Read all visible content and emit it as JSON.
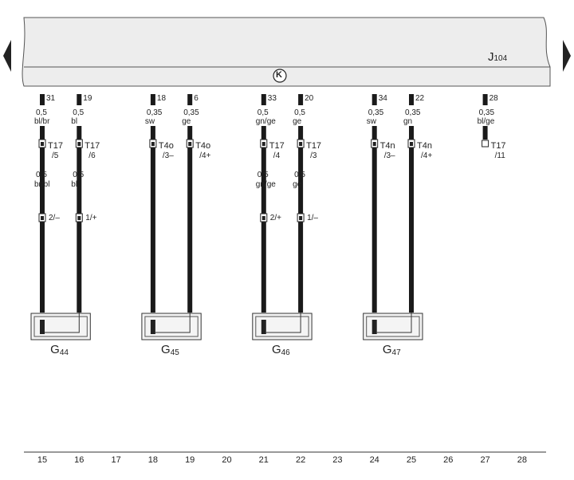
{
  "module": {
    "name_main": "J",
    "name_sub": "104",
    "ground_symbol": "K"
  },
  "wires": [
    {
      "col": 15,
      "pin": "31",
      "size_top": "0,5",
      "color_top": "bl/br",
      "conn": "T17",
      "conn_pin": "/5",
      "conn_type": "filled",
      "size_bot": "0,5",
      "color_bot": "br/bl",
      "sensor_pin": "2/–"
    },
    {
      "col": 16,
      "pin": "19",
      "size_top": "0,5",
      "color_top": "bl",
      "conn": "T17",
      "conn_pin": "/6",
      "conn_type": "filled",
      "size_bot": "0,5",
      "color_bot": "bl",
      "sensor_pin": "1/+"
    },
    {
      "col": 18,
      "pin": "18",
      "size_top": "0,35",
      "color_top": "sw",
      "conn": "T4o",
      "conn_pin": "/3–",
      "conn_type": "filled"
    },
    {
      "col": 19,
      "pin": "6",
      "size_top": "0,35",
      "color_top": "ge",
      "conn": "T4o",
      "conn_pin": "/4+",
      "conn_type": "filled"
    },
    {
      "col": 21,
      "pin": "33",
      "size_top": "0,5",
      "color_top": "gn/ge",
      "conn": "T17",
      "conn_pin": "/4",
      "conn_type": "filled",
      "size_bot": "0,5",
      "color_bot": "gn/ge",
      "sensor_pin": "2/+"
    },
    {
      "col": 22,
      "pin": "20",
      "size_top": "0,5",
      "color_top": "ge",
      "conn": "T17",
      "conn_pin": "/3",
      "conn_type": "filled",
      "size_bot": "0,5",
      "color_bot": "ge",
      "sensor_pin": "1/–"
    },
    {
      "col": 24,
      "pin": "34",
      "size_top": "0,35",
      "color_top": "sw",
      "conn": "T4n",
      "conn_pin": "/3–",
      "conn_type": "filled"
    },
    {
      "col": 25,
      "pin": "22",
      "size_top": "0,35",
      "color_top": "gn",
      "conn": "T4n",
      "conn_pin": "/4+",
      "conn_type": "filled"
    },
    {
      "col": 27,
      "pin": "28",
      "size_top": "0,35",
      "color_top": "bl/ge",
      "conn": "T17",
      "conn_pin": "/11",
      "conn_type": "open"
    }
  ],
  "sensors": [
    {
      "name_main": "G",
      "name_sub": "44",
      "cols": [
        15,
        16
      ]
    },
    {
      "name_main": "G",
      "name_sub": "45",
      "cols": [
        18,
        19
      ]
    },
    {
      "name_main": "G",
      "name_sub": "46",
      "cols": [
        21,
        22
      ]
    },
    {
      "name_main": "G",
      "name_sub": "47",
      "cols": [
        24,
        25
      ]
    }
  ],
  "axis_numbers": [
    "15",
    "16",
    "17",
    "18",
    "19",
    "20",
    "21",
    "22",
    "23",
    "24",
    "25",
    "26",
    "27",
    "28"
  ],
  "colors": {
    "wire": "#1a1a1a",
    "module_fill": "#ededed",
    "line": "#333333"
  }
}
